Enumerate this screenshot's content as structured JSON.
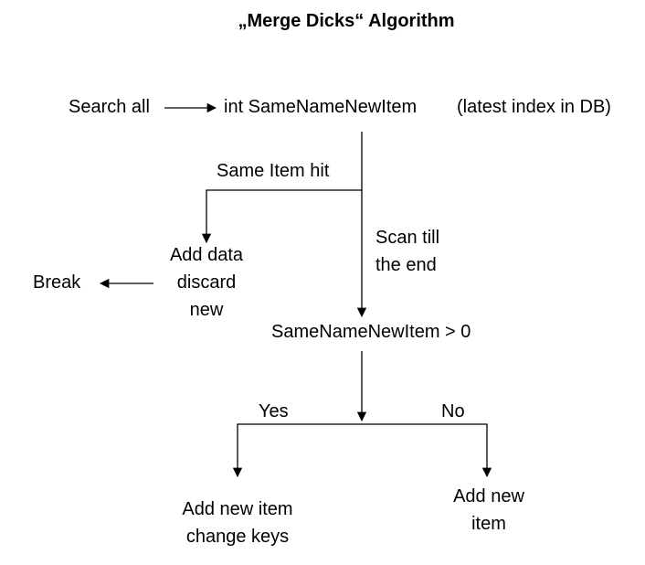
{
  "title": "„Merge Dicks“ Algorithm",
  "nodes": {
    "search_all": "Search all",
    "same_name_new_item": "int SameNameNewItem",
    "latest_index_note": "(latest index in DB)",
    "add_data_discard_new": [
      "Add data",
      "discard",
      "new"
    ],
    "break": "Break",
    "condition": "SameNameNewItem  > 0",
    "add_new_item_change_keys": [
      "Add new item",
      "change keys"
    ],
    "add_new_item": [
      "Add new",
      "item"
    ]
  },
  "edge_labels": {
    "same_item_hit": "Same Item hit",
    "scan_till_end": [
      "Scan till",
      "the end"
    ],
    "yes": "Yes",
    "no": "No"
  },
  "colors": {
    "text": "#000000",
    "line": "#000000",
    "background": "#ffffff"
  }
}
